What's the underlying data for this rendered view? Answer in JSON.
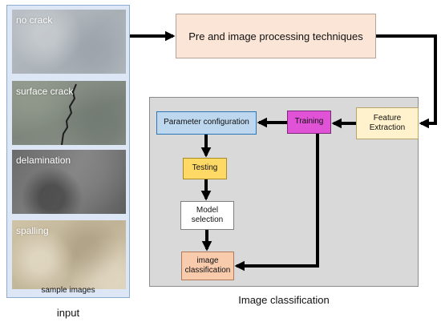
{
  "input_panel": {
    "samples": [
      {
        "label": "no crack"
      },
      {
        "label": "surface crack"
      },
      {
        "label": "delamination"
      },
      {
        "label": "spalling"
      }
    ],
    "caption": "sample images",
    "footer": "input"
  },
  "process_box": {
    "label": "Pre and image processing techniques"
  },
  "classification": {
    "nodes": {
      "parameter_configuration": "Parameter configuration",
      "training": "Training",
      "feature_extraction": [
        "Feature",
        "Extraction"
      ],
      "testing": "Testing",
      "model_selection": [
        "Model",
        "selection"
      ],
      "image_classification": [
        "image",
        "classification"
      ]
    },
    "caption": "Image classification"
  },
  "colors": {
    "panel_blue": "#dce6f4",
    "process_peach": "#fbe5d6",
    "param_blue": "#bdd7ee",
    "training_magenta": "#e052d6",
    "feature_cream": "#fff2cc",
    "testing_yellow": "#ffd966",
    "class_salmon": "#f8cbad",
    "gray_panel": "#d9d9d9"
  }
}
